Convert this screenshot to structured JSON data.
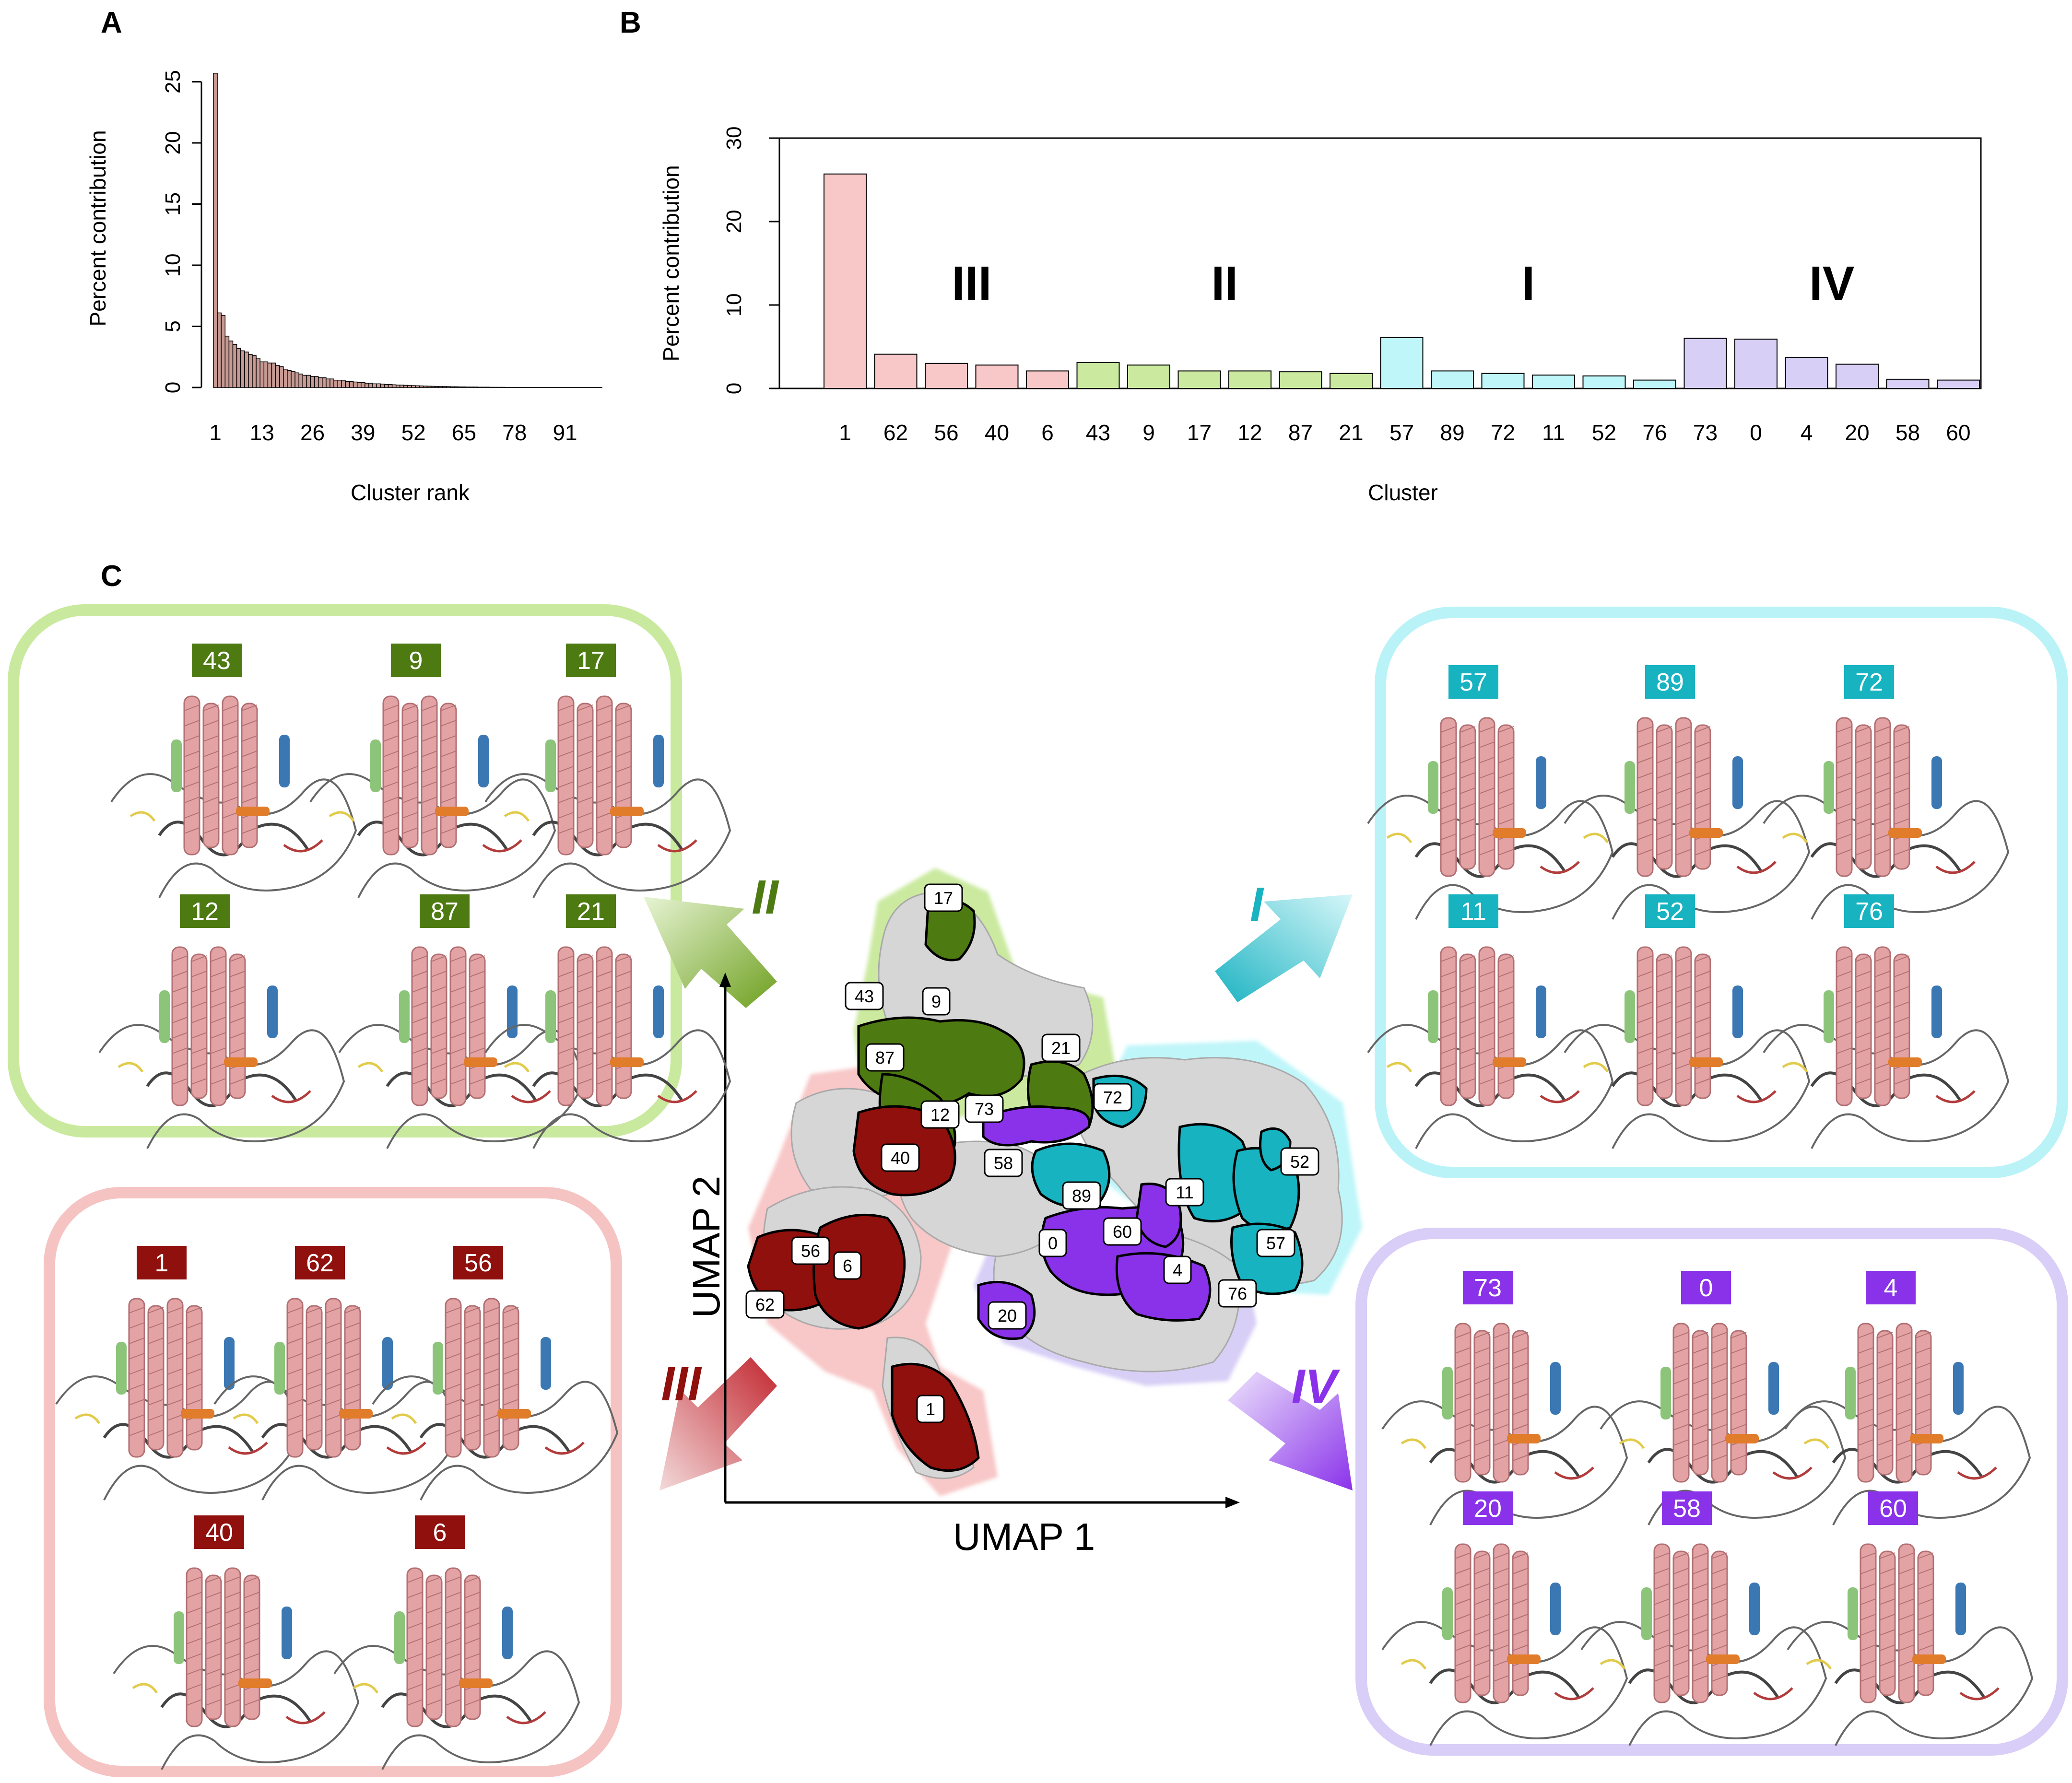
{
  "panel_labels": {
    "a": "A",
    "b": "B",
    "c": "C"
  },
  "colors": {
    "group_I_light": "#bff6f9",
    "group_I_dark": "#17b3c1",
    "group_II_light": "#cbeaa0",
    "group_II_dark": "#4e7a12",
    "group_III_light": "#f8c7c7",
    "group_III_dark": "#8f100d",
    "group_IV_light": "#d8cff6",
    "group_IV_dark": "#8a32ea",
    "bar_rank": "#c79a93",
    "umap_gray": "#d3d3d3"
  },
  "chart_data": [
    {
      "type": "bar",
      "panel": "A",
      "xlabel": "Cluster rank",
      "ylabel": "Percent contribution",
      "x_tick_labels": [
        "1",
        "13",
        "26",
        "39",
        "52",
        "65",
        "78",
        "91"
      ],
      "y_tick_labels": [
        "0",
        "5",
        "10",
        "15",
        "20",
        "25"
      ],
      "ylim": [
        0,
        26
      ],
      "xlim": [
        1,
        100
      ],
      "values": [
        25.7,
        6.1,
        5.9,
        4.2,
        3.8,
        3.5,
        3.2,
        3.0,
        2.9,
        2.7,
        2.6,
        2.4,
        2.1,
        2.1,
        2.0,
        2.0,
        1.8,
        1.7,
        1.5,
        1.4,
        1.3,
        1.2,
        1.1,
        1.0,
        1.0,
        0.9,
        0.9,
        0.8,
        0.8,
        0.7,
        0.7,
        0.6,
        0.6,
        0.55,
        0.5,
        0.5,
        0.45,
        0.4,
        0.4,
        0.35,
        0.35,
        0.3,
        0.3,
        0.28,
        0.25,
        0.25,
        0.22,
        0.2,
        0.2,
        0.18,
        0.16,
        0.15,
        0.14,
        0.13,
        0.12,
        0.11,
        0.1,
        0.09,
        0.08,
        0.08,
        0.07,
        0.06,
        0.06,
        0.05,
        0.05,
        0.04,
        0.04,
        0.04,
        0.03,
        0.03,
        0.03,
        0.02,
        0.02,
        0.02,
        0.02,
        0.01,
        0.01,
        0.01,
        0.01,
        0.01,
        0.01,
        0.01,
        0.01,
        0.01,
        0.01,
        0.01,
        0.01,
        0.01,
        0.01,
        0.01,
        0.01,
        0.01,
        0.01,
        0.01,
        0.01,
        0.01,
        0.01,
        0.01,
        0.01,
        0.01
      ]
    },
    {
      "type": "bar",
      "panel": "B",
      "xlabel": "Cluster",
      "ylabel": "Percent contribution",
      "y_tick_labels": [
        "0",
        "10",
        "20",
        "30"
      ],
      "ylim": [
        0,
        30
      ],
      "categories": [
        "1",
        "62",
        "56",
        "40",
        "6",
        "43",
        "9",
        "17",
        "12",
        "87",
        "21",
        "57",
        "89",
        "72",
        "11",
        "52",
        "76",
        "73",
        "0",
        "4",
        "20",
        "58",
        "60"
      ],
      "values": [
        25.7,
        4.1,
        3.0,
        2.8,
        2.1,
        3.1,
        2.8,
        2.1,
        2.1,
        2.0,
        1.8,
        6.1,
        2.1,
        1.8,
        1.6,
        1.5,
        1.0,
        6.0,
        5.9,
        3.7,
        2.9,
        1.1,
        1.0
      ],
      "groups": [
        "III",
        "III",
        "III",
        "III",
        "III",
        "II",
        "II",
        "II",
        "II",
        "II",
        "II",
        "I",
        "I",
        "I",
        "I",
        "I",
        "I",
        "IV",
        "IV",
        "IV",
        "IV",
        "IV",
        "IV"
      ],
      "group_labels": [
        {
          "text": "III",
          "at": 2.5
        },
        {
          "text": "II",
          "at": 7.5
        },
        {
          "text": "I",
          "at": 13.5
        },
        {
          "text": "IV",
          "at": 19.5
        }
      ]
    }
  ],
  "panel_c": {
    "umap": {
      "xlabel": "UMAP 1",
      "ylabel": "UMAP 2",
      "cluster_labels": [
        "17",
        "43",
        "9",
        "87",
        "21",
        "12",
        "73",
        "72",
        "40",
        "58",
        "89",
        "11",
        "52",
        "0",
        "60",
        "56",
        "6",
        "4",
        "57",
        "62",
        "76",
        "20",
        "1"
      ]
    },
    "arrows": [
      {
        "group": "II",
        "label": "II"
      },
      {
        "group": "I",
        "label": "I"
      },
      {
        "group": "III",
        "label": "III"
      },
      {
        "group": "IV",
        "label": "IV"
      }
    ],
    "boxes": {
      "II": [
        "43",
        "9",
        "17",
        "12",
        "87",
        "21"
      ],
      "I": [
        "57",
        "89",
        "72",
        "11",
        "52",
        "76"
      ],
      "III": [
        "1",
        "62",
        "56",
        "40",
        "6"
      ],
      "IV": [
        "73",
        "0",
        "4",
        "20",
        "58",
        "60"
      ]
    }
  }
}
